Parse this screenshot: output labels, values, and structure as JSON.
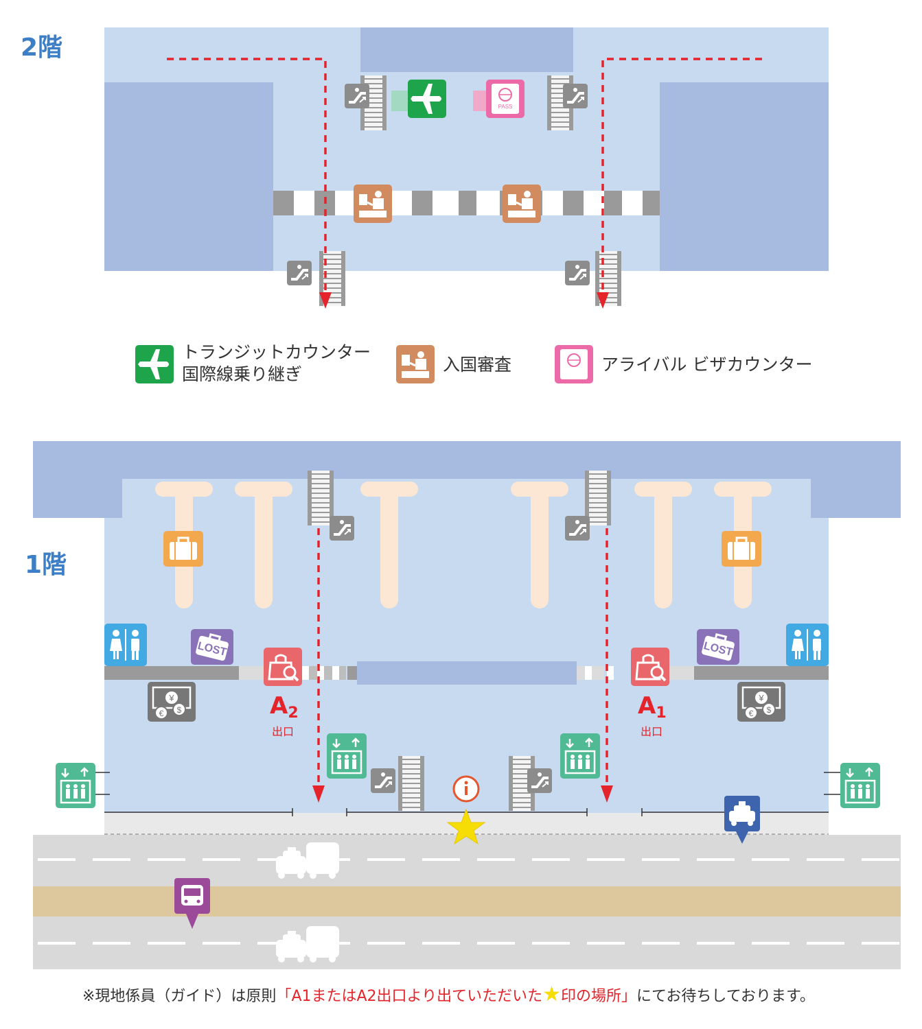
{
  "floor2": {
    "label": "2階"
  },
  "floor1": {
    "label": "1階"
  },
  "legend": {
    "transit": {
      "line1": "トランジットカウンター",
      "line2": "国際線乗り継ぎ"
    },
    "immigration": {
      "label": "入国審査"
    },
    "visa": {
      "label": "アライバル ビザカウンター"
    }
  },
  "exits": {
    "a2": {
      "letter": "A",
      "number": "2",
      "label": "出口"
    },
    "a1": {
      "letter": "A",
      "number": "1",
      "label": "出口"
    }
  },
  "icons": {
    "passport_text": "PASS",
    "lost_text": "LOST",
    "yen": "¥",
    "euro": "€",
    "dollar": "$",
    "info": "i"
  },
  "note": {
    "prefix": "※現地係員（ガイド）は原則",
    "highlight_a": "「A1またはA2出口より出ていただいた",
    "star": "★",
    "highlight_b": "印の場所」",
    "suffix": "にてお待ちしております。"
  },
  "colors": {
    "floor_light": "#c8daf0",
    "floor_dark": "#a7bbe0",
    "transit_green": "#1ea54c",
    "immigration_brown": "#d28b5e",
    "visa_pink": "#ec6aa7",
    "escalator_gray": "#8c8c8c",
    "route_red": "#e4232a",
    "baggage_orange": "#f3a84d",
    "lost_purple": "#8a72b8",
    "restroom_blue": "#43a9e2",
    "exchange_gray": "#777777",
    "exit_red": "#e9676b",
    "elevator_green": "#4fba94",
    "taxi_blue": "#3e64ad",
    "bus_purple": "#9b4a9a",
    "road_gray": "#d9d9d9",
    "median_tan": "#dcc89c",
    "star_yellow": "#f6dd05"
  }
}
